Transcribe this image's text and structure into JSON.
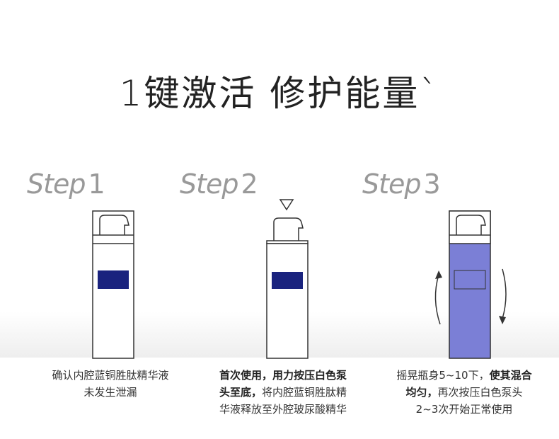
{
  "title": "1键激活 修护能量`",
  "steps": [
    {
      "word": "Step",
      "num": "1",
      "caption_lines": [
        [
          {
            "text": "确认内腔蓝铜胜肽精华液",
            "bold": false
          }
        ],
        [
          {
            "text": "未发生泄漏",
            "bold": false
          }
        ]
      ]
    },
    {
      "word": "Step",
      "num": "2",
      "caption_lines": [
        [
          {
            "text": "首次使用，用力按压白色泵",
            "bold": true
          }
        ],
        [
          {
            "text": "头至底，",
            "bold": true
          },
          {
            "text": "将内腔蓝铜胜肽精",
            "bold": false
          }
        ],
        [
          {
            "text": "华液释放至外腔玻尿酸精华",
            "bold": false
          }
        ]
      ]
    },
    {
      "word": "Step",
      "num": "3",
      "caption_lines": [
        [
          {
            "text": "摇晃瓶身5~10下，",
            "bold": false
          },
          {
            "text": "使其混合",
            "bold": true
          }
        ],
        [
          {
            "text": "均匀，",
            "bold": true
          },
          {
            "text": "再次按压白色泵头",
            "bold": false
          }
        ],
        [
          {
            "text": "2~3次开始正常使用",
            "bold": false
          }
        ]
      ]
    }
  ],
  "colors": {
    "inner_blue": "#1a237e",
    "mixed_purple": "#7b7fd6",
    "outline": "#333333",
    "step_gray": "#999999"
  }
}
